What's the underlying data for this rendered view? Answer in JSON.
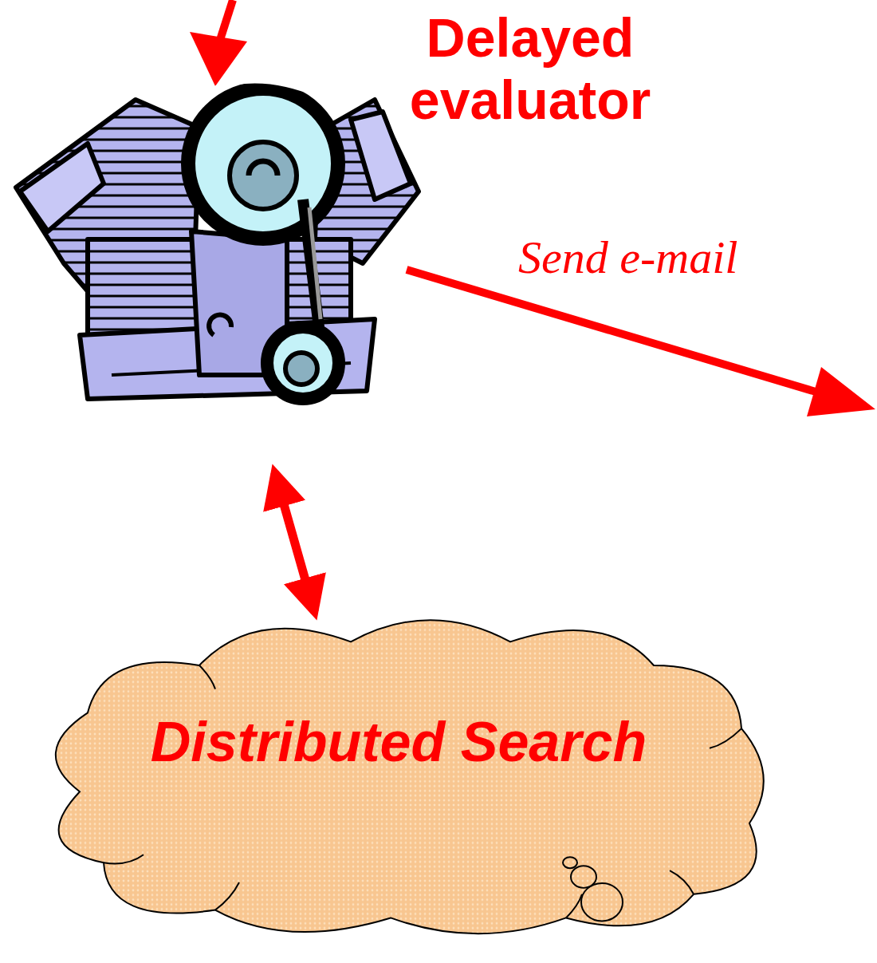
{
  "diagram": {
    "nodes": [
      {
        "text": [
          "Delayed evaluator"
        ]
      },
      {
        "text": [
          "Distributed Search"
        ]
      }
    ],
    "edges": [
      {
        "from": 0,
        "to": 1,
        "arrow": "both"
      }
    ],
    "labels": [
      "Send e-mail"
    ]
  }
}
